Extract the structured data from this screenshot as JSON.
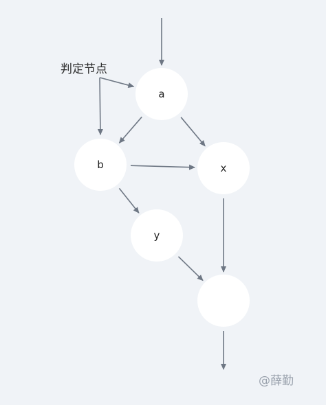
{
  "annotation": {
    "label": "判定节点"
  },
  "nodes": [
    {
      "id": "a",
      "label": "a"
    },
    {
      "id": "b",
      "label": "b"
    },
    {
      "id": "x",
      "label": "x"
    },
    {
      "id": "y",
      "label": "y"
    },
    {
      "id": "end",
      "label": ""
    }
  ],
  "edges": [
    {
      "from": "entry",
      "to": "a"
    },
    {
      "from": "a",
      "to": "b"
    },
    {
      "from": "a",
      "to": "x"
    },
    {
      "from": "b",
      "to": "x"
    },
    {
      "from": "b",
      "to": "y"
    },
    {
      "from": "x",
      "to": "end"
    },
    {
      "from": "y",
      "to": "end"
    },
    {
      "from": "end",
      "to": "exit"
    }
  ],
  "annotation_targets": [
    "a",
    "b"
  ],
  "watermark": {
    "text": "@薛勤"
  },
  "colors": {
    "background": "#f0f3f7",
    "node_fill": "#ffffff",
    "edge": "#6e7784",
    "watermark": "#9aa2ad"
  }
}
